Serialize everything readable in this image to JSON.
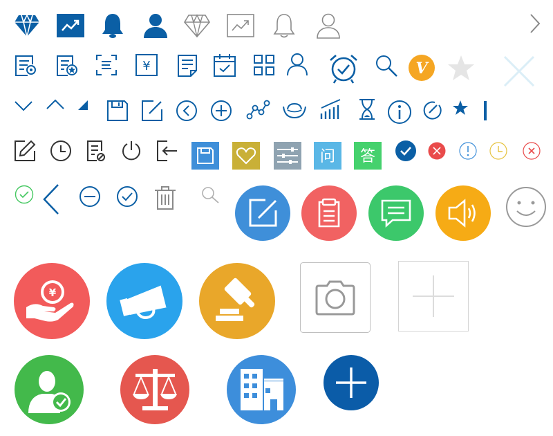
{
  "colors": {
    "primary_blue": "#0b5fa5",
    "gray": "#8a8a8a",
    "dark": "#333333",
    "orange_v": "#f5a623",
    "light_gray": "#e5e5e5",
    "pale_blue": "#dbeef7",
    "slate": "#8fa3b1",
    "yellow_olive": "#c9b037",
    "sky": "#5ab7e6",
    "green": "#45d16d",
    "red": "#e94b4b",
    "gold": "#e6c340",
    "circle_blue": "#3f8fd9",
    "circle_red": "#f16262",
    "circle_green": "#3cc86b",
    "circle_orange": "#f6ab15",
    "hand_red": "#f25b5b",
    "megaphone_blue": "#2aa3ec",
    "gavel_orange": "#e9a72a",
    "user_green": "#43b94b",
    "scale_red": "#e5574f",
    "building_blue": "#3d8edb",
    "plus_navy": "#0b5ca8"
  },
  "labels": {
    "vip_letter": "V",
    "yen_symbol": "¥",
    "question_char": "问",
    "answer_char": "答"
  },
  "icons": [
    "diamond-icon",
    "trend-chart-icon",
    "bell-icon",
    "user-icon",
    "diamond-outline-icon",
    "trend-chart-outline-icon",
    "bell-outline-icon",
    "user-outline-icon",
    "chevron-right-icon",
    "document-badge-icon",
    "document-star-icon",
    "scan-icon",
    "yen-icon",
    "document-icon",
    "calendar-check-icon",
    "grid-icon",
    "user-icon",
    "alarm-clock-icon",
    "search-icon",
    "vip-badge-icon",
    "star-icon",
    "close-icon",
    "chevron-down-icon",
    "chevron-up-icon",
    "corner-triangle-icon",
    "save-icon",
    "edit-icon",
    "circle-left-icon",
    "circle-plus-icon",
    "nodes-icon",
    "ingot-icon",
    "signal-bars-icon",
    "hourglass-icon",
    "info-icon",
    "compass-icon",
    "star-icon",
    "vertical-bar-icon",
    "edit-icon",
    "clock-icon",
    "document-edit-icon",
    "power-icon",
    "logout-icon",
    "save-tile-icon",
    "heart-tile-icon",
    "settings-tile-icon",
    "question-tile-icon",
    "answer-tile-icon",
    "check-circle-icon",
    "close-circle-icon",
    "info-circle-icon",
    "clock-circle-icon",
    "close-circle-outline-icon",
    "check-circle-outline-icon",
    "chevron-left-icon",
    "minus-circle-icon",
    "check-circle-icon",
    "trash-icon",
    "search-icon",
    "edit-circle-icon",
    "clipboard-circle-icon",
    "message-circle-icon",
    "volume-circle-icon",
    "smile-icon",
    "hand-money-icon",
    "megaphone-icon",
    "gavel-icon",
    "camera-upload-icon",
    "plus-upload-icon",
    "user-verified-icon",
    "scale-icon",
    "building-icon",
    "plus-circle-icon"
  ]
}
